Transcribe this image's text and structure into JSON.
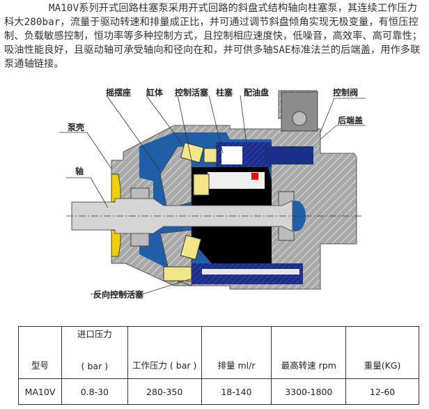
{
  "intro_text": "MA10V系列开式回路柱塞泵采用开式回路的斜盘式结构轴向柱塞泵，其连续工作压力科大280bar，流量于驱动转速和排量成正比，并可通过调节斜盘倾角实现无极变量，有恒压控制、负载敏感控制，恒功率等多种控制方式，且控制相应速度快，低噪音，高效率、高可靠性；吸油性能良好，且驱动轴可承受轴向和径向在和，并可供多轴SAE标准法兰的后端盖，用作多联泵通轴链接。",
  "diagram": {
    "labels": {
      "swash_seat": "摇摆座",
      "cylinder": "缸体",
      "control_piston": "控制活塞",
      "piston": "柱塞",
      "valve_plate": "配油盘",
      "control_valve": "控制阀",
      "rear_cover": "后端盖",
      "housing": "泵壳",
      "shaft": "轴",
      "reverse_control_piston": "反向控制活塞"
    },
    "colors": {
      "housing": "#a9a9a9",
      "oil": "#1f5fa8",
      "piston_block": "#1b2f8a",
      "bearing": "#f2e58a",
      "seal": "#f0d000",
      "chamber": "#000000",
      "accent": "#e01010"
    }
  },
  "table": {
    "headers": [
      {
        "line1": "",
        "line2": "型号"
      },
      {
        "line1": "进口压力",
        "line2": "( bar )"
      },
      {
        "line1": "",
        "line2": "工作压力 ( bar )"
      },
      {
        "line1": "",
        "line2": "排量 ml/r"
      },
      {
        "line1": "",
        "line2": "最高转速 rpm"
      },
      {
        "line1": "",
        "line2": "重量(KG)"
      }
    ],
    "rows": [
      [
        "MA10V",
        "0.8-30",
        "280-350",
        "18-140",
        "3300-1800",
        "12-60"
      ]
    ]
  }
}
